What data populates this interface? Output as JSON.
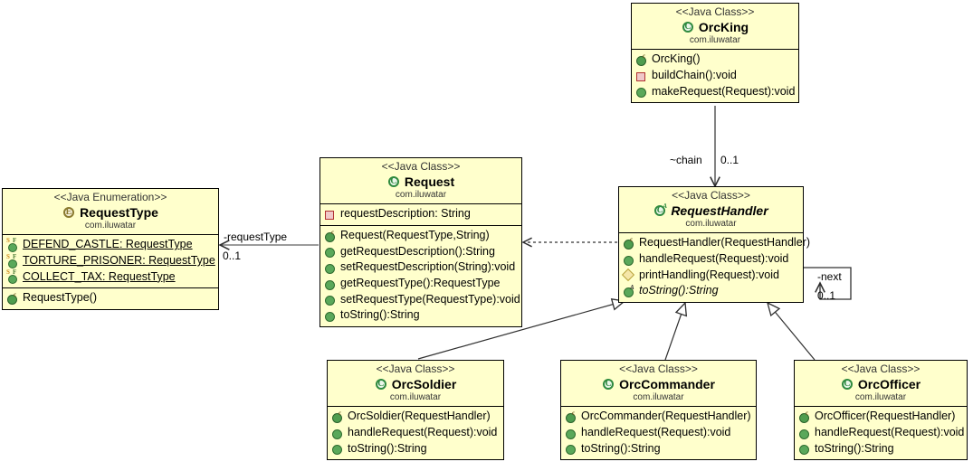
{
  "diagram": {
    "kind": "uml-class-diagram",
    "background": "#ffffff",
    "box_fill": "#ffffcc",
    "box_border": "#000000",
    "line_color": "#404040"
  },
  "classes": {
    "orc_king": {
      "stereotype": "<<Java Class>>",
      "name": "OrcKing",
      "package": "com.iluwatar",
      "icon": "java-class-icon",
      "members": [
        {
          "icon": "constructor-icon",
          "text": "OrcKing()"
        },
        {
          "icon": "private-field-icon",
          "text": "buildChain():void"
        },
        {
          "icon": "public-method-icon",
          "text": "makeRequest(Request):void"
        }
      ]
    },
    "request_type": {
      "stereotype": "<<Java Enumeration>>",
      "name": "RequestType",
      "package": "com.iluwatar",
      "icon": "java-enumeration-icon",
      "fields": [
        {
          "icon": "static-final-field-icon",
          "text": "DEFEND_CASTLE: RequestType"
        },
        {
          "icon": "static-final-field-icon",
          "text": "TORTURE_PRISONER: RequestType"
        },
        {
          "icon": "static-final-field-icon",
          "text": "COLLECT_TAX: RequestType"
        }
      ],
      "methods": [
        {
          "icon": "constructor-icon",
          "text": "RequestType()"
        }
      ]
    },
    "request": {
      "stereotype": "<<Java Class>>",
      "name": "Request",
      "package": "com.iluwatar",
      "icon": "java-class-icon",
      "fields": [
        {
          "icon": "private-field-icon",
          "text": "requestDescription: String"
        }
      ],
      "methods": [
        {
          "icon": "constructor-icon",
          "text": "Request(RequestType,String)"
        },
        {
          "icon": "public-method-icon",
          "text": "getRequestDescription():String"
        },
        {
          "icon": "public-method-icon",
          "text": "setRequestDescription(String):void"
        },
        {
          "icon": "public-method-icon",
          "text": "getRequestType():RequestType"
        },
        {
          "icon": "public-method-icon",
          "text": "setRequestType(RequestType):void"
        },
        {
          "icon": "public-method-icon",
          "text": "toString():String"
        }
      ]
    },
    "request_handler": {
      "stereotype": "<<Java Class>>",
      "name": "RequestHandler",
      "package": "com.iluwatar",
      "icon": "java-abstract-class-icon",
      "abstract": true,
      "members": [
        {
          "icon": "constructor-icon",
          "text": "RequestHandler(RequestHandler)"
        },
        {
          "icon": "public-method-icon",
          "text": "handleRequest(Request):void"
        },
        {
          "icon": "protected-method-icon",
          "text": "printHandling(Request):void"
        },
        {
          "icon": "abstract-method-icon",
          "text": "toString():String",
          "abstract": true
        }
      ]
    },
    "orc_soldier": {
      "stereotype": "<<Java Class>>",
      "name": "OrcSoldier",
      "package": "com.iluwatar",
      "icon": "java-class-icon",
      "members": [
        {
          "icon": "constructor-icon",
          "text": "OrcSoldier(RequestHandler)"
        },
        {
          "icon": "public-method-icon",
          "text": "handleRequest(Request):void"
        },
        {
          "icon": "public-method-icon",
          "text": "toString():String"
        }
      ]
    },
    "orc_commander": {
      "stereotype": "<<Java Class>>",
      "name": "OrcCommander",
      "package": "com.iluwatar",
      "icon": "java-class-icon",
      "members": [
        {
          "icon": "constructor-icon",
          "text": "OrcCommander(RequestHandler)"
        },
        {
          "icon": "public-method-icon",
          "text": "handleRequest(Request):void"
        },
        {
          "icon": "public-method-icon",
          "text": "toString():String"
        }
      ]
    },
    "orc_officer": {
      "stereotype": "<<Java Class>>",
      "name": "OrcOfficer",
      "package": "com.iluwatar",
      "icon": "java-class-icon",
      "members": [
        {
          "icon": "constructor-icon",
          "text": "OrcOfficer(RequestHandler)"
        },
        {
          "icon": "public-method-icon",
          "text": "handleRequest(Request):void"
        },
        {
          "icon": "public-method-icon",
          "text": "toString():String"
        }
      ]
    }
  },
  "relationships": {
    "chain": {
      "role": "~chain",
      "multiplicity": "0..1",
      "type": "association",
      "from": "OrcKing",
      "to": "RequestHandler"
    },
    "request_type": {
      "role": "-requestType",
      "multiplicity": "0..1",
      "type": "association",
      "from": "Request",
      "to": "RequestType"
    },
    "next": {
      "role": "-next",
      "multiplicity": "0..1",
      "type": "self-association",
      "from": "RequestHandler",
      "to": "RequestHandler"
    },
    "dependency": {
      "role": "",
      "type": "dependency",
      "from": "RequestHandler",
      "to": "Request"
    },
    "gen_soldier": {
      "type": "generalization",
      "from": "OrcSoldier",
      "to": "RequestHandler"
    },
    "gen_commander": {
      "type": "generalization",
      "from": "OrcCommander",
      "to": "RequestHandler"
    },
    "gen_officer": {
      "type": "generalization",
      "from": "OrcOfficer",
      "to": "RequestHandler"
    }
  }
}
